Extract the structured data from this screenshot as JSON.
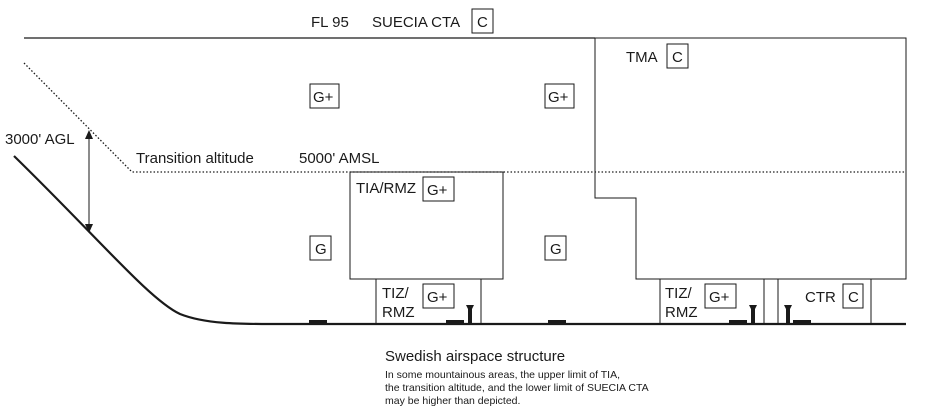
{
  "top": {
    "fl_label": "FL 95",
    "cta_label": "SUECIA CTA",
    "cta_class": "C"
  },
  "tma": {
    "label": "TMA",
    "class": "C"
  },
  "left_axis": {
    "agl_label": "3000' AGL"
  },
  "transition": {
    "label": "Transition altitude",
    "amsl_label": "5000' AMSL"
  },
  "uncontrolled": {
    "upper_class": "G+",
    "lower_class": "G"
  },
  "tia": {
    "label": "TIA/RMZ",
    "class": "G+"
  },
  "tiz_left": {
    "line1": "TIZ/",
    "line2": "RMZ",
    "class": "G+"
  },
  "tiz_right": {
    "line1": "TIZ/",
    "line2": "RMZ",
    "class": "G+"
  },
  "ctr": {
    "label": "CTR",
    "class": "C"
  },
  "caption": {
    "title": "Swedish airspace structure",
    "lines": [
      "In some mountainous areas, the upper limit of TIA,",
      "the transition altitude, and the lower limit of SUECIA CTA",
      "may be higher than depicted."
    ]
  }
}
